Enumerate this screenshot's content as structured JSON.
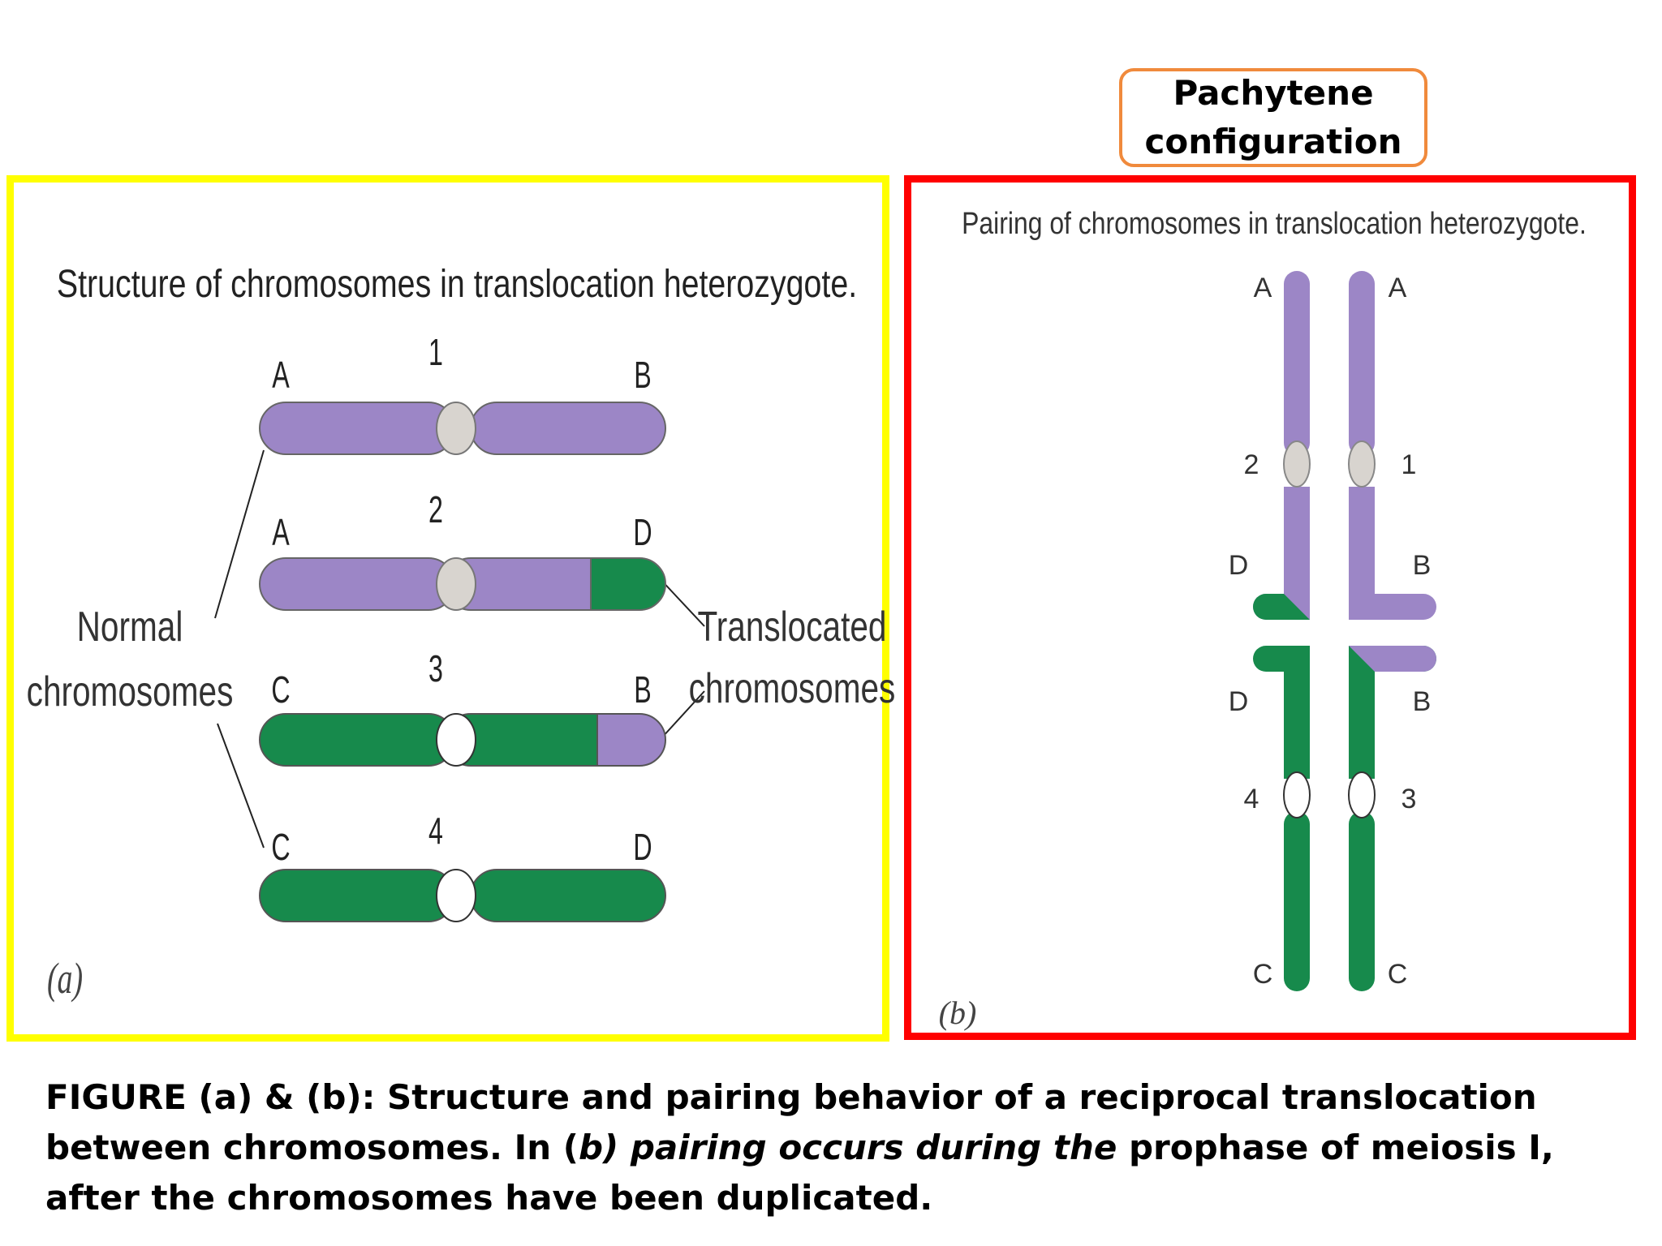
{
  "callout": {
    "line1": "Pachytene",
    "line2": "configuration"
  },
  "panel_a": {
    "title": "Structure of chromosomes in translocation heterozygote.",
    "panel_label": "(a)",
    "left_label_line1": "Normal",
    "left_label_line2": "chromosomes",
    "right_label_line1": "Translocated",
    "right_label_line2": "chromosomes",
    "chromosomes": [
      {
        "number": "1",
        "left_end": "A",
        "right_end": "B"
      },
      {
        "number": "2",
        "left_end": "A",
        "right_end": "D"
      },
      {
        "number": "3",
        "left_end": "C",
        "right_end": "B"
      },
      {
        "number": "4",
        "left_end": "C",
        "right_end": "D"
      }
    ]
  },
  "panel_b": {
    "title": "Pairing of chromosomes in translocation heterozygote.",
    "panel_label": "(b)",
    "labels": {
      "top_left": "A",
      "top_right": "A",
      "cen_left": "2",
      "cen_right": "1",
      "arm_upper_left": "D",
      "arm_upper_right": "B",
      "arm_lower_left": "D",
      "arm_lower_right": "B",
      "cen_lower_left": "4",
      "cen_lower_right": "3",
      "bottom_left": "C",
      "bottom_right": "C"
    }
  },
  "caption": {
    "part1": "FIGURE (a) & (b): Structure and pairing behavior of a reciprocal translocation between chromosomes. In (",
    "italic": "b) pairing occurs during the",
    "part2": " prophase of meiosis I, after the chromosomes have been duplicated."
  },
  "colors": {
    "purple": "#9c86c6",
    "green": "#178a4c",
    "centromere_grey": "#d8d4cf",
    "panel_a_border": "#ffff00",
    "panel_b_border": "#ff0000",
    "callout_border": "#f08a3c"
  }
}
